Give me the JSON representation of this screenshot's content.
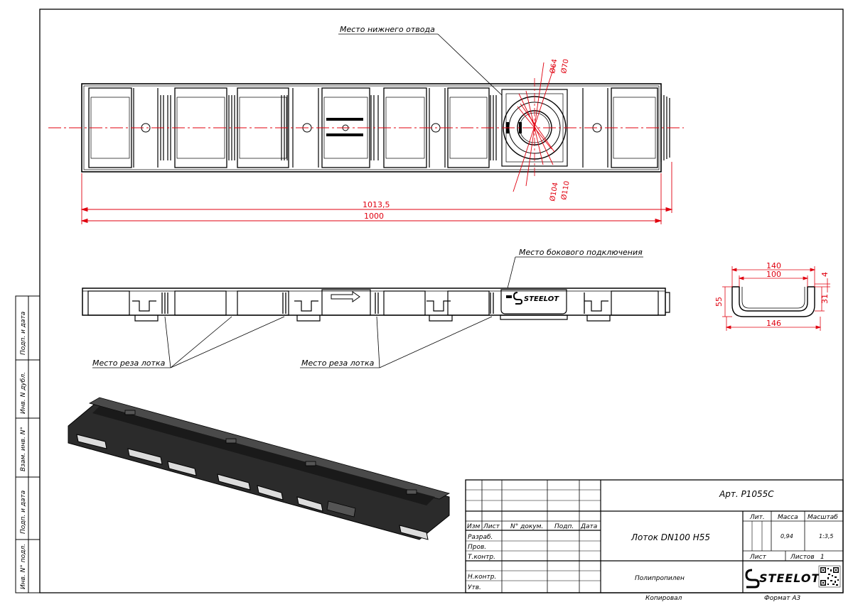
{
  "drawing": {
    "top_view": {
      "callout_bottom_outlet": "Место нижнего отвода",
      "dim_overall": "1013,5",
      "dim_length": "1000",
      "dia_64": "Ø64",
      "dia_70": "Ø70",
      "dia_110": "Ø110",
      "dia_104": "Ø104"
    },
    "side_view": {
      "callout_side_connection": "Место бокового подключения",
      "callout_cut_left": "Место реза лотка",
      "callout_cut_right": "Место реза лотка",
      "logo_text": "STEELOT"
    },
    "section": {
      "dim_outer_top": "140",
      "dim_inner_top": "100",
      "dim_bottom": "146",
      "dim_height": "55",
      "dim_inner_depth": "31",
      "dim_wall": "4"
    }
  },
  "side_stamp": [
    "Подп. и дата",
    "Инв. N дубл.",
    "Взам. инв. N°",
    "Подп. и дата",
    "Инв. N° подл."
  ],
  "title_block": {
    "article": "Арт. Р1055С",
    "header_izm": "Изм",
    "header_list": "Лист",
    "header_doc": "N° докум.",
    "header_sign": "Подп.",
    "header_date": "Дата",
    "row_razrab": "Разраб.",
    "row_prov": "Пров.",
    "row_tkontr": "Т.контр.",
    "row_nkontr": "Н.контр.",
    "row_utv": "Утв.",
    "product_name": "Лоток DN100 H55",
    "lit_label": "Лит.",
    "mass_label": "Масса",
    "scale_label": "Масштаб",
    "mass_value": "0,94",
    "scale_value": "1:3,5",
    "sheet_label": "Лист",
    "sheets_label": "Листов",
    "sheets_value": "1",
    "material": "Полипропилен",
    "logo_text": "STEELOT",
    "copied": "Копировал",
    "format": "Формат А3"
  }
}
